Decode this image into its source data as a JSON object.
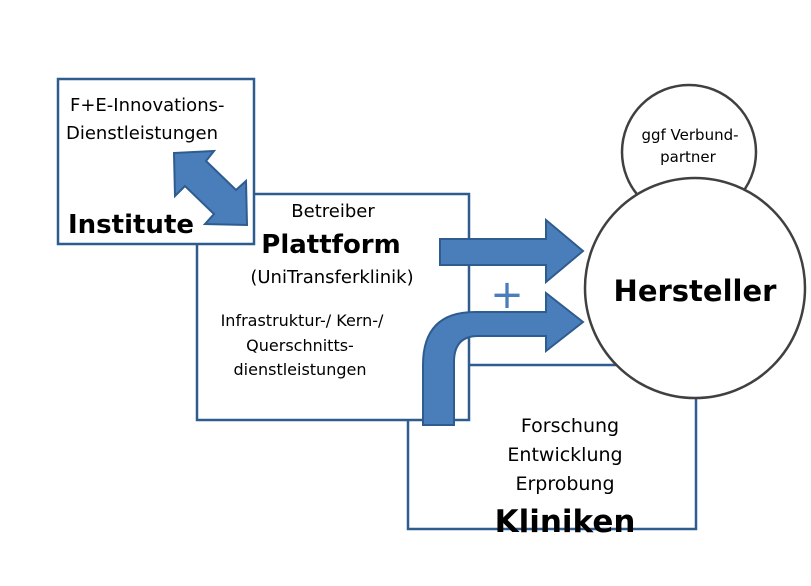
{
  "institute": {
    "line1": "F+E-Innovations-",
    "line2": "Dienstleistungen",
    "title": "Institute"
  },
  "platform": {
    "operator": "Betreiber",
    "title": "Plattform",
    "subtitle": "(UniTransferklinik)",
    "services_line1": "Infrastruktur-/ Kern-/",
    "services_line2": "Querschnitts-",
    "services_line3": "dienstleistungen"
  },
  "clinics": {
    "line1": "Forschung",
    "line2": "Entwicklung",
    "line3": "Erprobung",
    "title": "Kliniken"
  },
  "manufacturer": {
    "title": "Hersteller"
  },
  "partner": {
    "line1": "ggf Verbund-",
    "line2": "partner"
  },
  "plus_sign": "+",
  "colors": {
    "arrow_fill": "#4a7ebb",
    "box_border": "#2f5c8f",
    "circle_border": "#404040"
  }
}
